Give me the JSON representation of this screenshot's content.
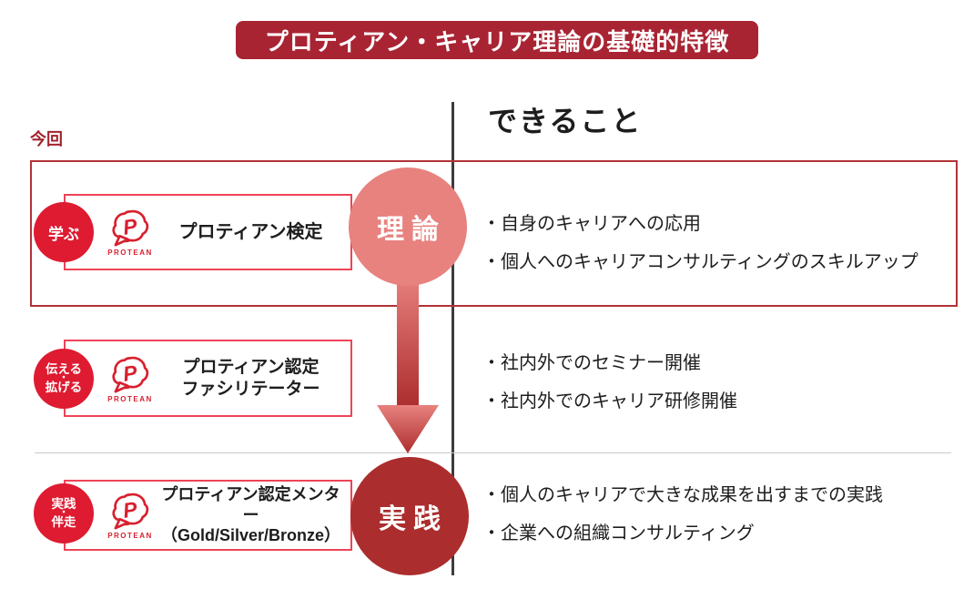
{
  "title": "プロティアン・キャリア理論の基礎的特徴",
  "now_label": "今回",
  "column_header": "できること",
  "stages": {
    "theory": "理論",
    "practice": "実践"
  },
  "logo": {
    "brand": "PROTEAN",
    "monogram": "P"
  },
  "rows": [
    {
      "tag_lines": [
        "学ぶ"
      ],
      "program": "プロティアン検定",
      "outcomes": [
        "・自身のキャリアへの応用",
        "・個人へのキャリアコンサルティングのスキルアップ"
      ]
    },
    {
      "tag_lines": [
        "伝える",
        "・",
        "拡げる"
      ],
      "program": "プロティアン認定",
      "program_line2": "ファシリテーター",
      "outcomes": [
        "・社内外でのセミナー開催",
        "・社内外でのキャリア研修開催"
      ]
    },
    {
      "tag_lines": [
        "実践",
        "・",
        "伴走"
      ],
      "program": "プロティアン認定メンター",
      "program_line2": "（Gold/Silver/Bronze）",
      "outcomes": [
        "・個人のキャリアで大きな成果を出すまでの実践",
        "・企業への組織コンサルティング"
      ]
    }
  ],
  "colors": {
    "banner_bg": "#a92433",
    "tag_red": "#de1b31",
    "theory_pink": "#e8827f",
    "practice_red": "#ac2d2d",
    "logo_red": "#d8202f",
    "program_box_border": "#ee4458",
    "outer_frame_border": "#b23237",
    "now_label_color": "#a2232e",
    "divider_line": "#3c3c3c",
    "separator_gray": "#c9c9c9",
    "text_dark": "#1d1d1d"
  }
}
